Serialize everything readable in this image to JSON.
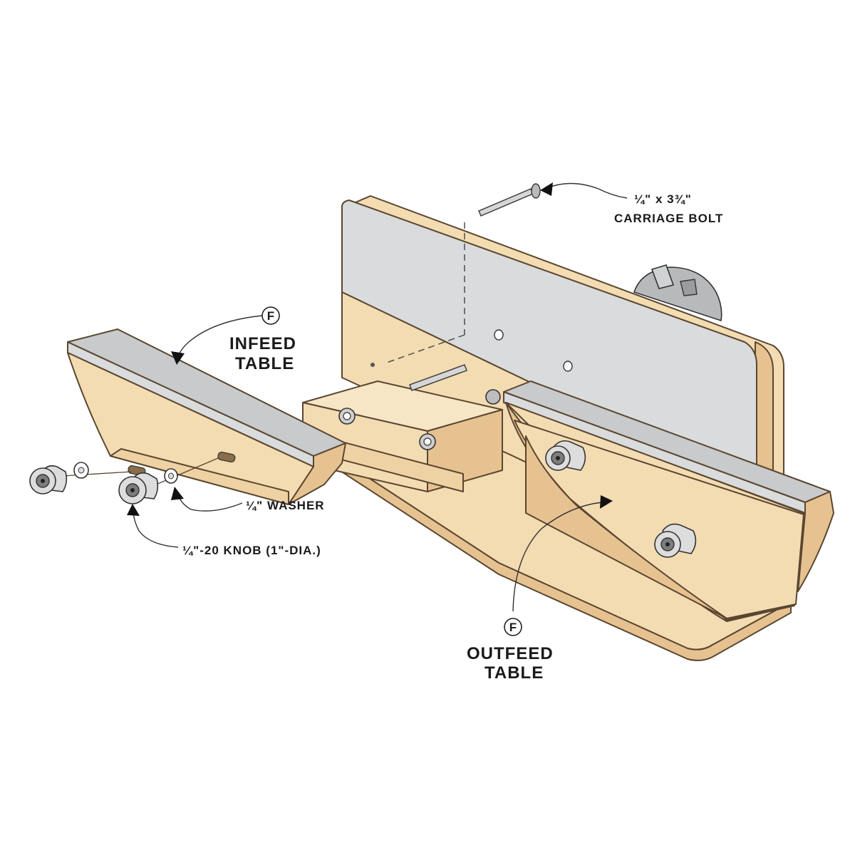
{
  "labels": {
    "carriage_bolt_line1": "¼\" x 3¾\"",
    "carriage_bolt_line2": "CARRIAGE BOLT",
    "infeed_callout": "F",
    "infeed_line1": "INFEED",
    "infeed_line2": "TABLE",
    "washer": "¼\" WASHER",
    "knob": "¼\"-20 KNOB (1\"-DIA.)",
    "outfeed_callout": "F",
    "outfeed_line1": "OUTFEED",
    "outfeed_line2": "TABLE"
  },
  "colors": {
    "plywood": "#f3dcb2",
    "plywood_side": "#e7c291",
    "laminate": "#d9dbdd",
    "outline": "#5a4630"
  }
}
